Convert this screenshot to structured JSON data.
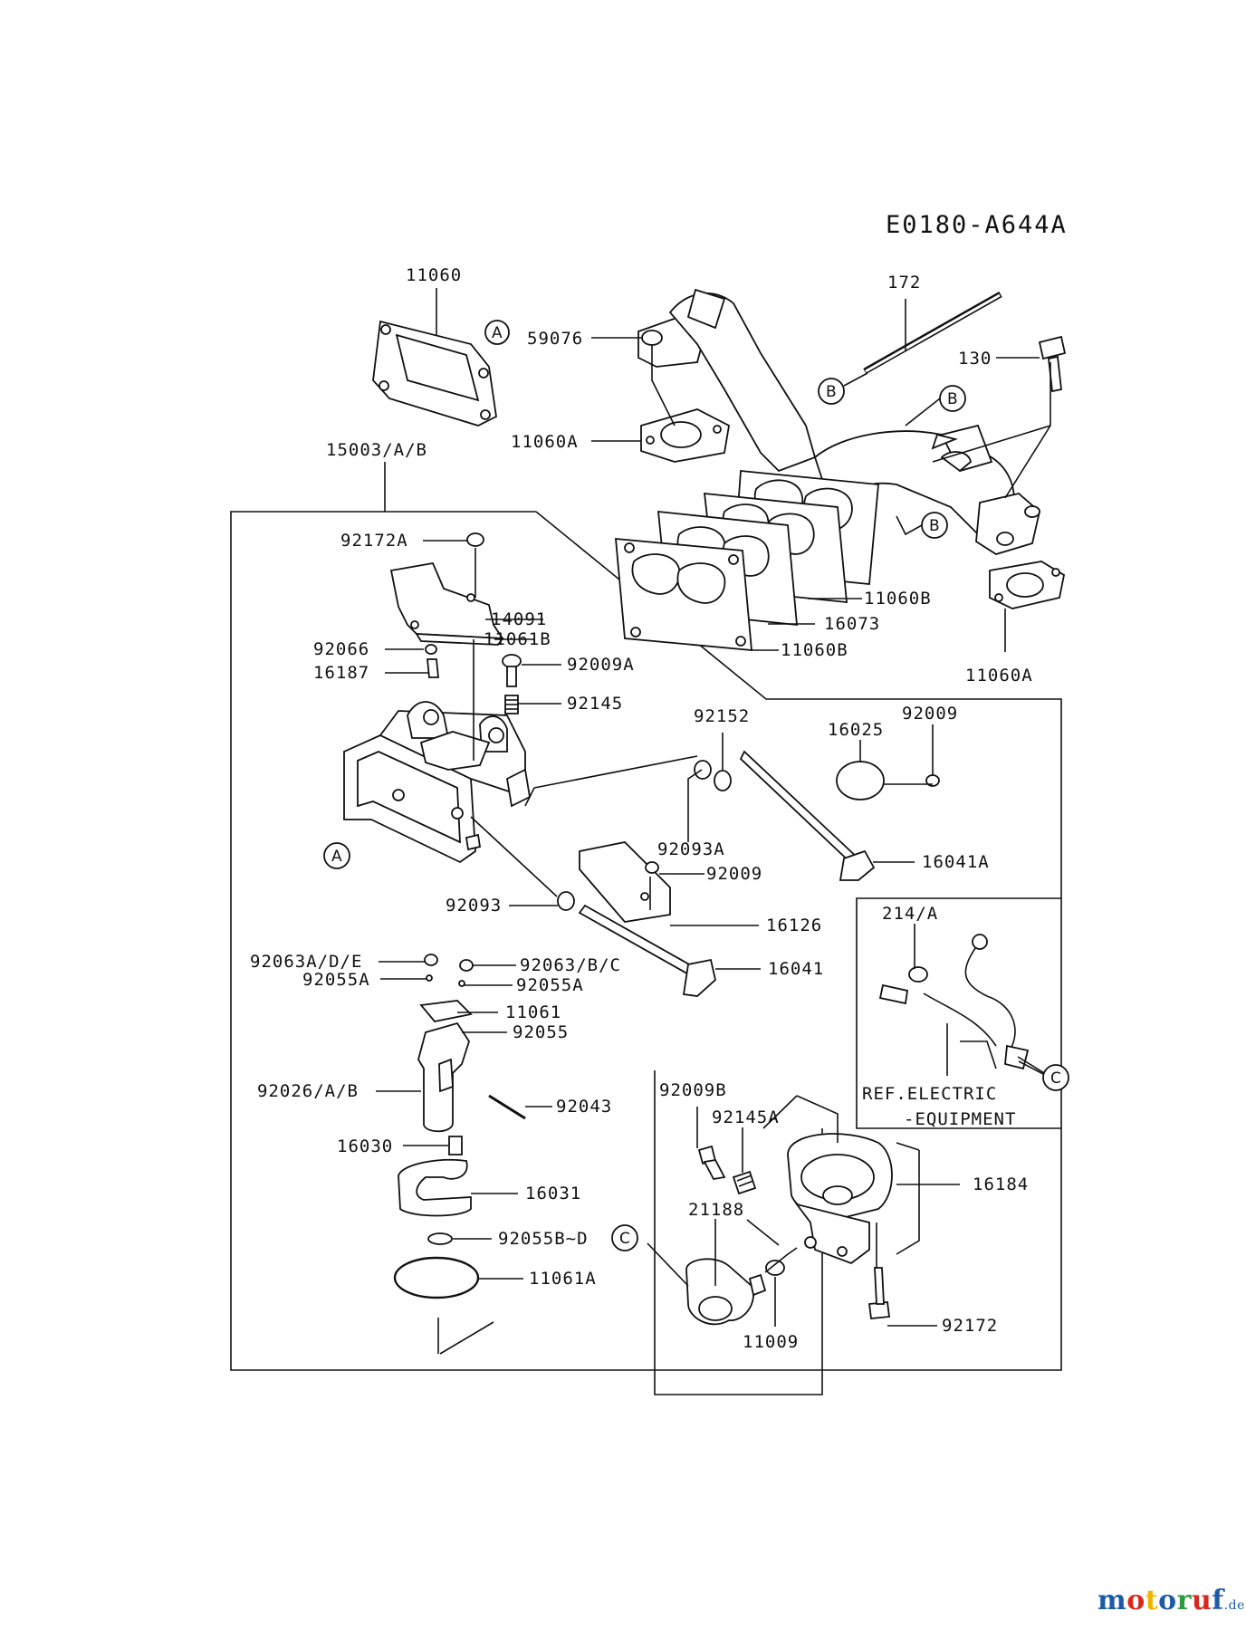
{
  "diagram_code": "E0180-A644A",
  "parts": {
    "p11060": "11060",
    "p59076": "59076",
    "p172": "172",
    "p130": "130",
    "p11060A_top": "11060A",
    "p15003": "15003/A/B",
    "p92172A": "92172A",
    "p14091": "14091",
    "p11061B": "11061B",
    "p92066": "92066",
    "p16187": "16187",
    "p92009A": "92009A",
    "p92145": "92145",
    "p11060B_a": "11060B",
    "p16073": "16073",
    "p11060B_b": "11060B",
    "p11060A_right": "11060A",
    "p92152": "92152",
    "p16025": "16025",
    "p92009_top": "92009",
    "p92093A": "92093A",
    "p16041A": "16041A",
    "p92009_mid": "92009",
    "p92093": "92093",
    "p16126": "16126",
    "p16041": "16041",
    "p92063ADE": "92063A/D/E",
    "p92063BC": "92063/B/C",
    "p92055A_l": "92055A",
    "p92055A_r": "92055A",
    "p11061": "11061",
    "p92055": "92055",
    "p92026": "92026/A/B",
    "p92043": "92043",
    "p16030": "16030",
    "p16031": "16031",
    "p92055BD": "92055B~D",
    "p11061A": "11061A",
    "p214A": "214/A",
    "ref_line1": "REF.ELECTRIC",
    "ref_line2": "-EQUIPMENT",
    "p92009B": "92009B",
    "p92145A": "92145A",
    "p16184": "16184",
    "p21188": "21188",
    "p11009": "11009",
    "p92172": "92172"
  },
  "callouts": {
    "A": "A",
    "B": "B",
    "C": "C"
  },
  "brand": {
    "name": "motoruf",
    "suffix": ".de",
    "colors": [
      "#1f5aa6",
      "#d42a20",
      "#f0b400",
      "#1f5aa6",
      "#2e9a3e",
      "#d42a20",
      "#1f5aa6"
    ]
  }
}
